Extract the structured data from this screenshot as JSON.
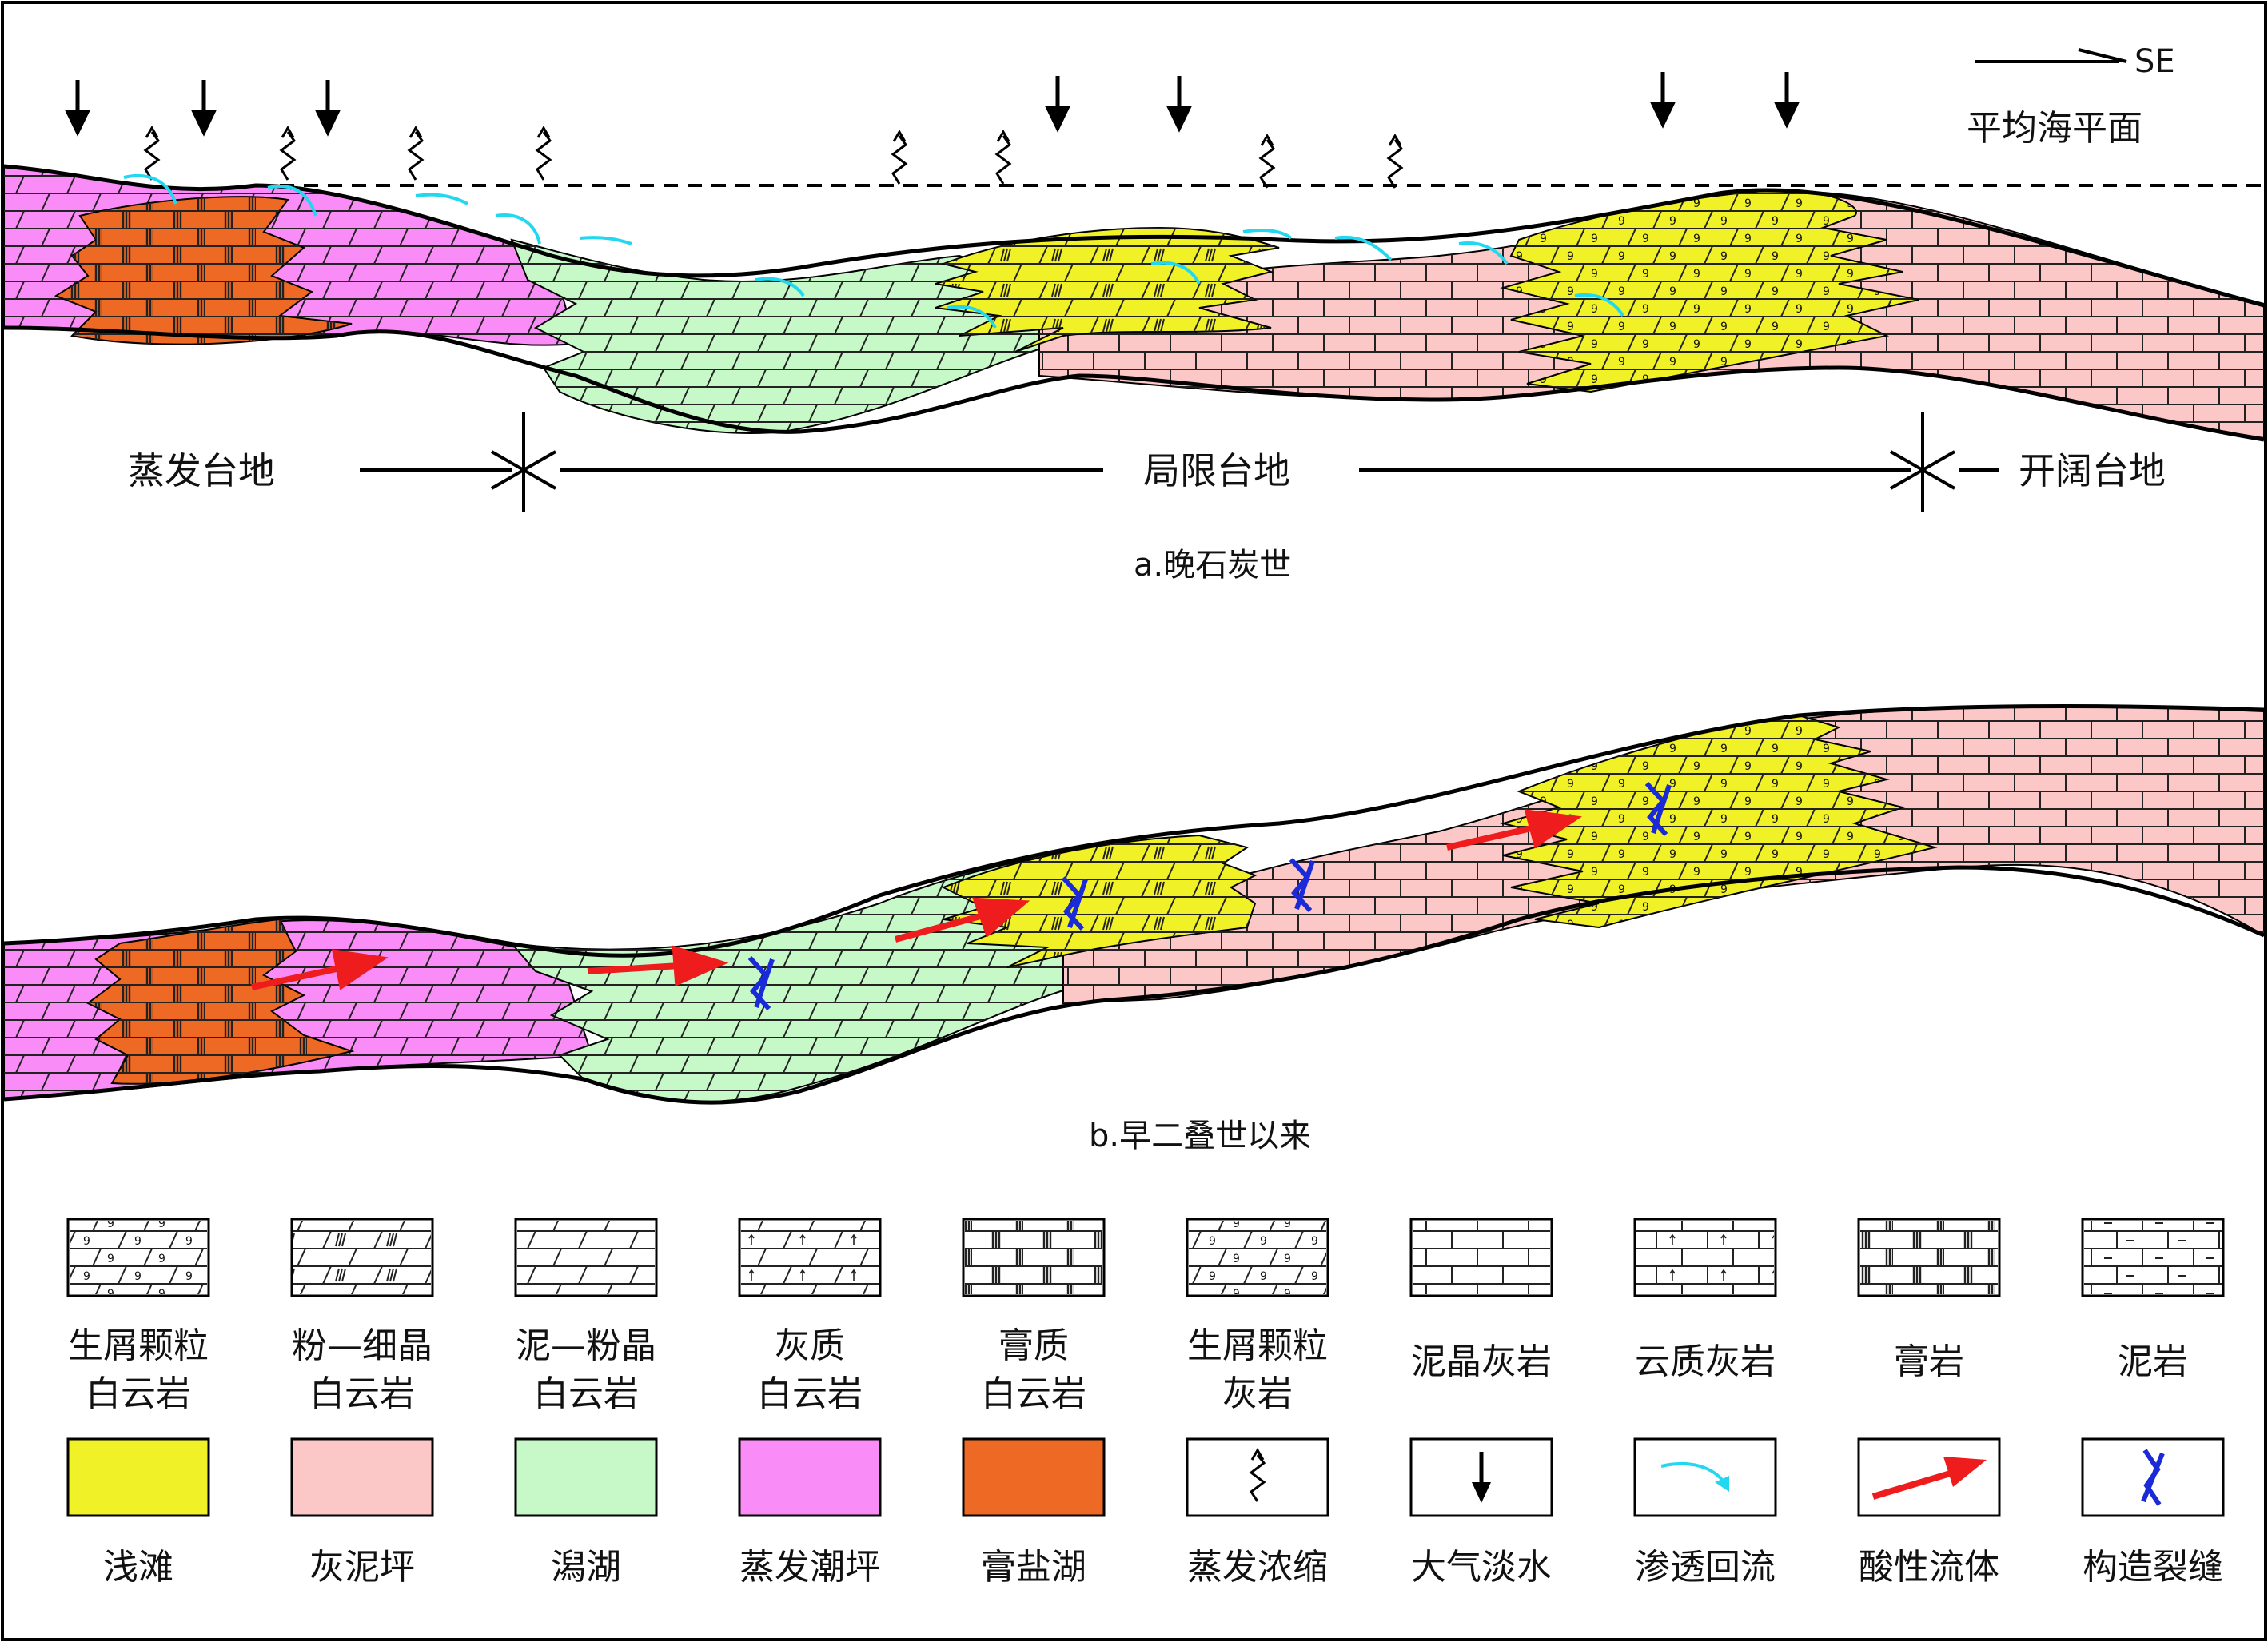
{
  "direction": {
    "label": "SE"
  },
  "sea_level": {
    "label": "平均海平面"
  },
  "zones": [
    {
      "label": "蒸发台地"
    },
    {
      "label": "局限台地"
    },
    {
      "label": "开阔台地"
    }
  ],
  "captions": {
    "a": "a.晚石炭世",
    "b": "b.早二叠世以来"
  },
  "lithology_legend": [
    {
      "line1": "生屑颗粒",
      "line2": "白云岩",
      "icon": "bioclastic-dolomite-icon"
    },
    {
      "line1": "粉—细晶",
      "line2": "白云岩",
      "icon": "silty-fine-crystalline-dolomite-icon"
    },
    {
      "line1": "泥—粉晶",
      "line2": "白云岩",
      "icon": "micritic-silty-dolomite-icon"
    },
    {
      "line1": "灰质",
      "line2": "白云岩",
      "icon": "calcareous-dolomite-icon"
    },
    {
      "line1": "膏质",
      "line2": "白云岩",
      "icon": "gypsiferous-dolomite-icon"
    },
    {
      "line1": "生屑颗粒",
      "line2": "灰岩",
      "icon": "bioclastic-limestone-icon"
    },
    {
      "line1": "泥晶灰岩",
      "line2": "",
      "icon": "micritic-limestone-icon"
    },
    {
      "line1": "云质灰岩",
      "line2": "",
      "icon": "dolomitic-limestone-icon"
    },
    {
      "line1": "膏岩",
      "line2": "",
      "icon": "gypsum-rock-icon"
    },
    {
      "line1": "泥岩",
      "line2": "",
      "icon": "mudstone-icon"
    }
  ],
  "facies_legend": [
    {
      "label": "浅滩",
      "color": "#f1f128",
      "icon": "shoal-swatch"
    },
    {
      "label": "灰泥坪",
      "color": "#fbc7c7",
      "icon": "lime-mud-flat-swatch"
    },
    {
      "label": "潟湖",
      "color": "#c6f8c8",
      "icon": "lagoon-swatch"
    },
    {
      "label": "蒸发潮坪",
      "color": "#fa8cf7",
      "icon": "evaporative-tidal-flat-swatch"
    },
    {
      "label": "膏盐湖",
      "color": "#ee6a24",
      "icon": "gypsum-salt-lake-swatch"
    },
    {
      "label": "蒸发浓缩",
      "color": "#000000",
      "icon": "evaporative-concentration-icon"
    },
    {
      "label": "大气淡水",
      "color": "#000000",
      "icon": "meteoric-water-icon"
    },
    {
      "label": "渗透回流",
      "color": "#22d8f0",
      "icon": "seepage-reflux-icon"
    },
    {
      "label": "酸性流体",
      "color": "#ee1c1c",
      "icon": "acidic-fluid-icon"
    },
    {
      "label": "构造裂缝",
      "color": "#1a2ad8",
      "icon": "structural-fracture-icon"
    }
  ],
  "colors": {
    "shoal": "#f1f128",
    "lime_mud_flat": "#fbc7c7",
    "lagoon": "#c6f8c8",
    "tidal_flat": "#fa8cf7",
    "salt_lake": "#ee6a24",
    "reflux": "#22d8f0",
    "acid": "#ee1c1c",
    "fracture": "#1a2ad8"
  }
}
